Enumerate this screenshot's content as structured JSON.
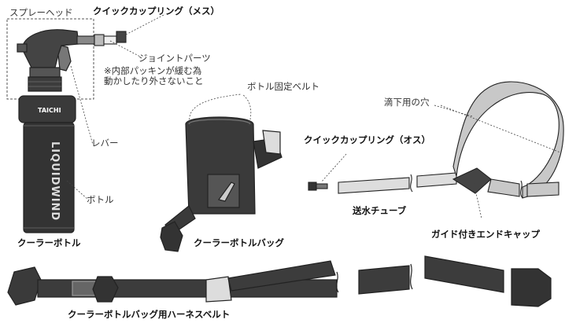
{
  "labels": {
    "spray_head": "スプレーヘッド",
    "coupling_female": "クイックカップリング（メス）",
    "joint_parts": "ジョイントパーツ",
    "joint_note": "※内部パッキンが緩む為\n動かしたり外さないこと",
    "lever": "レバー",
    "bottle": "ボトル",
    "bottle_belt": "ボトル固定ベルト",
    "drip_hole": "滴下用の穴",
    "coupling_male": "クイックカップリング（オス）",
    "water_tube": "送水チューブ",
    "end_cap": "ガイド付きエンドキャップ",
    "cooler_bottle": "クーラーボトル",
    "cooler_bottle_bag": "クーラーボトルバッグ",
    "harness_belt": "クーラーボトルバッグ用ハーネスベルト"
  },
  "product_text": {
    "brand_logo": "TAICHI",
    "bottle_print": "LIQUIDWIND"
  },
  "colors": {
    "body_dark": "#3a3a3a",
    "line": "#222222",
    "tube_gray": "#c8c8c8",
    "belt_dark": "#3c3c3c"
  }
}
